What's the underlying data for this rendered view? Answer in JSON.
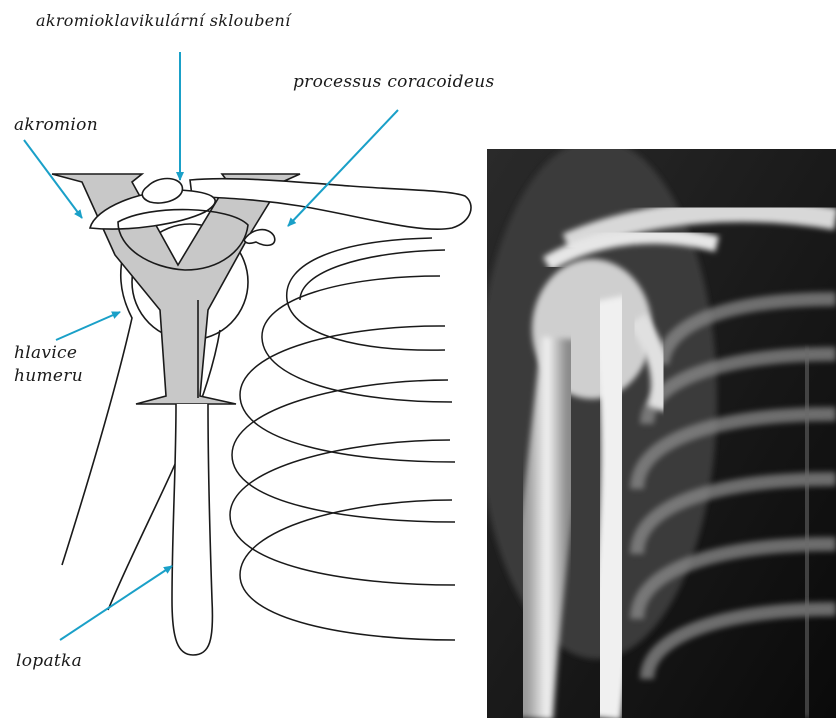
{
  "labels": {
    "acromioclavicular_joint": "akromioklavikulární skloubení",
    "coracoid_process": "processus coracoideus",
    "acromion": "akromion",
    "humeral_head": "hlavice humeru",
    "scapula": "lopatka"
  },
  "colors": {
    "arrow": "#1aa0c8",
    "outline": "#1a1a1a",
    "scapula_fill": "#c8c8c8",
    "xray_background": "#111111",
    "xray_bone": "#f2f2f2"
  }
}
